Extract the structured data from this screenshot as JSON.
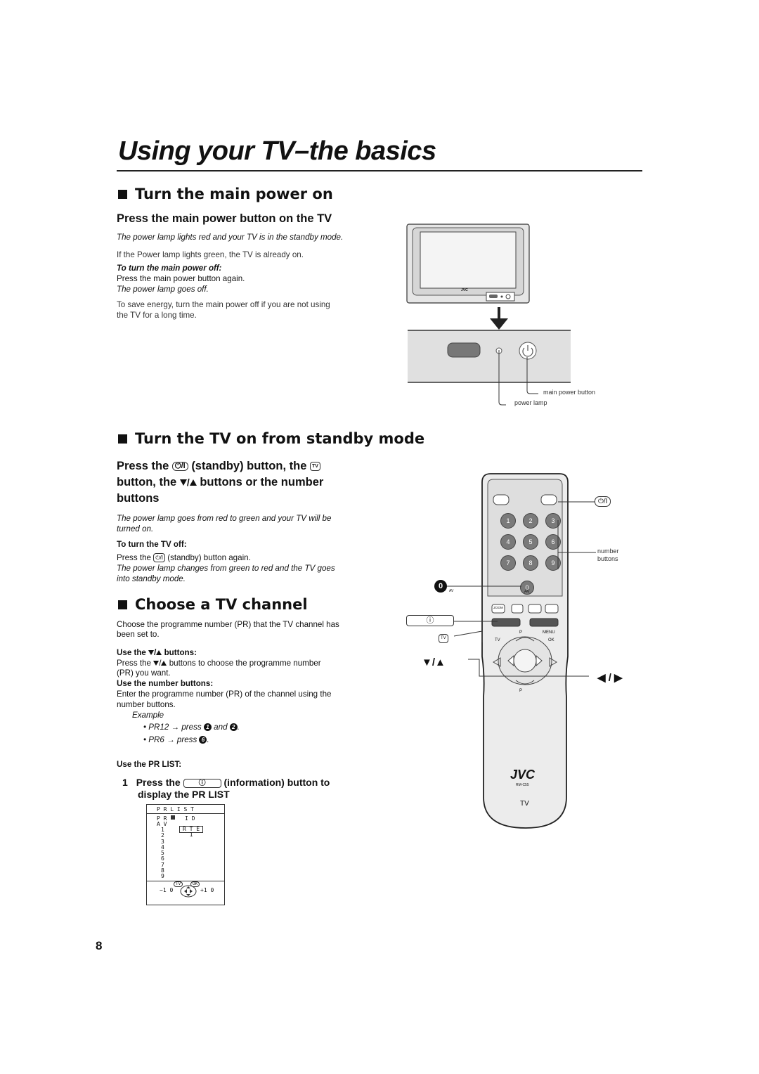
{
  "page": {
    "title": "Using your TV–the basics",
    "page_number": "8"
  },
  "section1": {
    "heading": "Turn the main power on",
    "subheading": "Press the main power button on the TV",
    "note1": "The power lamp lights red and your TV is in the standby mode.",
    "note2": "If the Power lamp lights green, the TV is already on.",
    "off_title": "To turn the main power off:",
    "off_text": "Press the main power button again.",
    "off_note": "The power lamp goes off.",
    "energy_line1": "To save energy, turn the main power off if you are not using",
    "energy_line2": "the TV for a long time.",
    "tv_logo": "JVC",
    "label_main_power": "main power button",
    "label_power_lamp": "power lamp"
  },
  "section2": {
    "heading": "Turn the TV on from standby mode",
    "sub_a": "Press the",
    "sub_b": "(standby) button, the",
    "sub_c": "button, the",
    "sub_d": "buttons or the number",
    "sub_e": "buttons",
    "note_line1": "The power lamp goes from red to green and your TV will be",
    "note_line2": "turned on.",
    "off_title": "To turn the TV off:",
    "off_text_a": "Press the",
    "off_text_b": "(standby) button again.",
    "off_note_line1": "The power lamp changes from green to red and the TV goes",
    "off_note_line2": "into standby mode.",
    "standby_glyph": "⏻/I",
    "tv_glyph": "TV"
  },
  "section3": {
    "heading": "Choose a TV channel",
    "intro_line1": "Choose the programme number (PR) that the TV channel has",
    "intro_line2": "been set to.",
    "use_pr_title_a": "Use the",
    "use_pr_title_b": "buttons:",
    "use_pr_text_a": "Press the",
    "use_pr_text_b": "buttons to choose the programme number",
    "use_pr_text_c": "(PR) you want.",
    "use_num_title": "Use the number buttons:",
    "use_num_line1": "Enter the programme number (PR) of the channel using  the",
    "use_num_line2": "number buttons.",
    "example_label": "Example",
    "ex1_a": "PR12",
    "ex1_b": "→ press",
    "ex1_n1": "1",
    "ex1_c": "and",
    "ex1_n2": "2",
    "ex1_d": ".",
    "ex2_a": "PR6",
    "ex2_b": "→ press",
    "ex2_n1": "6",
    "ex2_d": ".",
    "use_list_title": "Use the PR LIST:",
    "step_num": "1",
    "step_a": "Press the",
    "step_b": "(information) button to",
    "step_c": "display the PR LIST",
    "info_glyph": "ⓘ"
  },
  "pr_list": {
    "title": "P R   L I S T",
    "header_pr": "P R",
    "header_id": "I D",
    "av": "A V",
    "first_id": "R T E 1",
    "rows": [
      "1",
      "2",
      "3",
      "4",
      "5",
      "6",
      "7",
      "8",
      "9"
    ],
    "minus": "−1 0",
    "plus": "+1 0",
    "tv_key": "TV",
    "ok_key": "OK"
  },
  "remote": {
    "numbers": [
      "1",
      "2",
      "3",
      "4",
      "5",
      "6",
      "7",
      "8",
      "9"
    ],
    "zero": "0",
    "av": "AV",
    "zoom": "ZOOM",
    "p_up": "P",
    "menu": "MENU",
    "tv": "TV",
    "ok": "OK",
    "p_down": "P",
    "brand": "JVC",
    "model": "RM-C55",
    "tv_label": "TV",
    "callout_number": "number",
    "callout_buttons": "buttons",
    "callout_standby": "⏻/I",
    "callout_zero": "0",
    "callout_av": "AV",
    "callout_info": "ⓘ",
    "callout_tv": "TV",
    "callout_pud": "▼/▲",
    "callout_vol": "◀ / ▶"
  }
}
